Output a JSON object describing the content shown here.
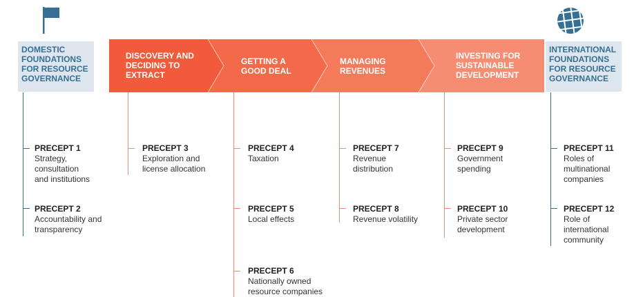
{
  "colors": {
    "side_bg": "#dde6ee",
    "side_text": "#356f93",
    "side_line": "#356f93",
    "arrow_1": "#f15a3a",
    "arrow_2": "#f26a4a",
    "arrow_3": "#f47a5c",
    "arrow_4": "#f68d72",
    "arrow_line": "#f08a70"
  },
  "icons": {
    "left": "flag-icon",
    "right": "globe-icon"
  },
  "left_box": {
    "title": "DOMESTIC FOUNDATIONS FOR RESOURCE GOVERNANCE"
  },
  "right_box": {
    "title": "INTERNATIONAL FOUNDATIONS FOR RESOURCE GOVERNANCE"
  },
  "stages": [
    {
      "label": "DISCOVERY AND DECIDING TO EXTRACT"
    },
    {
      "label": "GETTING A GOOD DEAL"
    },
    {
      "label": "MANAGING REVENUES"
    },
    {
      "label": "INVESTING FOR SUSTAINABLE DEVELOPMENT"
    }
  ],
  "precepts": [
    {
      "title": "PRECEPT 1",
      "desc": "Strategy,\nconsultation\nand institutions"
    },
    {
      "title": "PRECEPT 2",
      "desc": "Accountability and\ntransparency"
    },
    {
      "title": "PRECEPT 3",
      "desc": "Exploration and\nlicense allocation"
    },
    {
      "title": "PRECEPT 4",
      "desc": "Taxation"
    },
    {
      "title": "PRECEPT 5",
      "desc": "Local effects"
    },
    {
      "title": "PRECEPT 6",
      "desc": "Nationally owned\nresource companies"
    },
    {
      "title": "PRECEPT 7",
      "desc": "Revenue\ndistribution"
    },
    {
      "title": "PRECEPT 8",
      "desc": "Revenue volatility"
    },
    {
      "title": "PRECEPT 9",
      "desc": "Government\nspending"
    },
    {
      "title": "PRECEPT 10",
      "desc": "Private sector\ndevelopment"
    },
    {
      "title": "PRECEPT 11",
      "desc": "Roles of\nmultinational\ncompanies"
    },
    {
      "title": "PRECEPT 12",
      "desc": "Role of\ninternational\ncommunity"
    }
  ]
}
